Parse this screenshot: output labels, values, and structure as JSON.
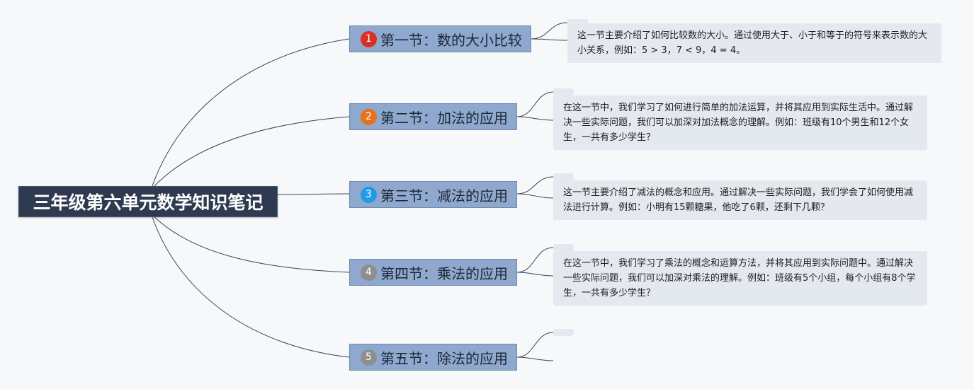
{
  "root": {
    "title": "三年级第六单元数学知识笔记"
  },
  "sections": [
    {
      "number": "1",
      "title": "第一节：数的大小比较",
      "badge_color": "#d93025",
      "note": "这一节主要介绍了如何比较数的大小。通过使用大于、小于和等于的符号来表示数的大小关系，例如：5 > 3，7 < 9，4 = 4。"
    },
    {
      "number": "2",
      "title": "第二节：加法的应用",
      "badge_color": "#e8721c",
      "note": "在这一节中，我们学习了如何进行简单的加法运算，并将其应用到实际生活中。通过解决一些实际问题，我们可以加深对加法概念的理解。例如：班级有10个男生和12个女生，一共有多少学生？"
    },
    {
      "number": "3",
      "title": "第三节：减法的应用",
      "badge_color": "#1e9be4",
      "note": "这一节主要介绍了减法的概念和应用。通过解决一些实际问题，我们学会了如何使用减法进行计算。例如：小明有15颗糖果，他吃了6颗，还剩下几颗？"
    },
    {
      "number": "4",
      "title": "第四节：乘法的应用",
      "badge_color": "#8e8e8e",
      "note": "在这一节中，我们学习了乘法的概念和运算方法，并将其应用到实际问题中。通过解决一些实际问题，我们可以加深对乘法的理解。例如：班级有5个小组，每个小组有8个学生，一共有多少学生？"
    },
    {
      "number": "5",
      "title": "第五节：除法的应用",
      "badge_color": "#8e8e8e",
      "note": ""
    }
  ]
}
